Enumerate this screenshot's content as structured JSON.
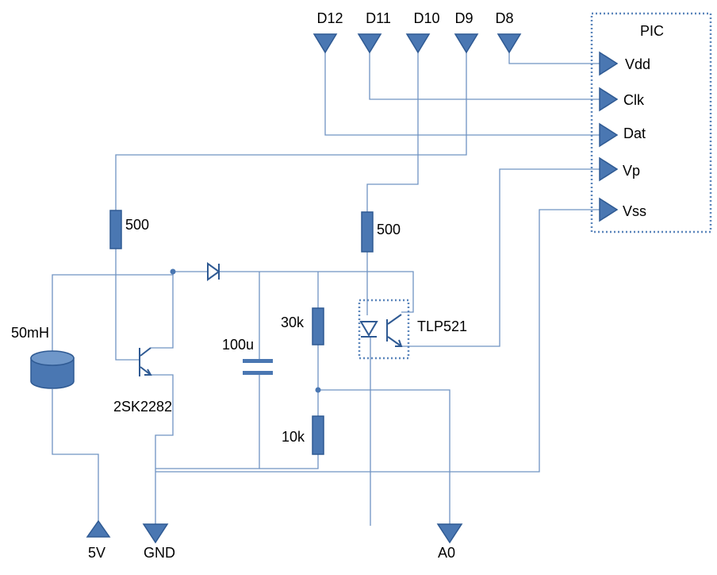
{
  "pins_top": [
    "D12",
    "D11",
    "D10",
    "D9",
    "D8"
  ],
  "pic": {
    "title": "PIC",
    "pins": [
      "Vdd",
      "Clk",
      "Dat",
      "Vp",
      "Vss"
    ]
  },
  "components": {
    "r_base": "500",
    "r_opto": "500",
    "inductor": "50mH",
    "transistor": "2SK2282",
    "capacitor": "100u",
    "r_top": "30k",
    "r_bottom": "10k",
    "optocoupler": "TLP521"
  },
  "pins_bottom": [
    "5V",
    "GND",
    "A0"
  ]
}
